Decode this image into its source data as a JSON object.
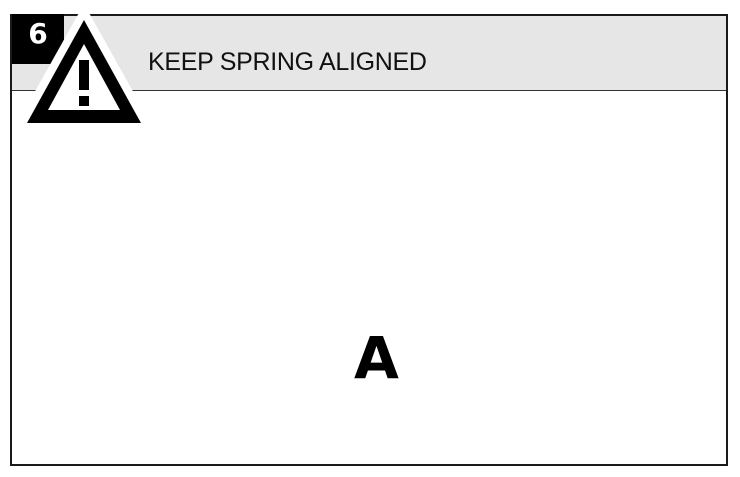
{
  "step": {
    "number": "6"
  },
  "title": "KEEP SPRING ALIGNED",
  "callout_label": "A",
  "icons": {
    "warning": "warning-triangle-icon"
  },
  "colors": {
    "header_band": "#e6e6e6",
    "part_fill": "#a9a9a9",
    "outline": "#1a1a1a",
    "step_box": "#000000"
  }
}
